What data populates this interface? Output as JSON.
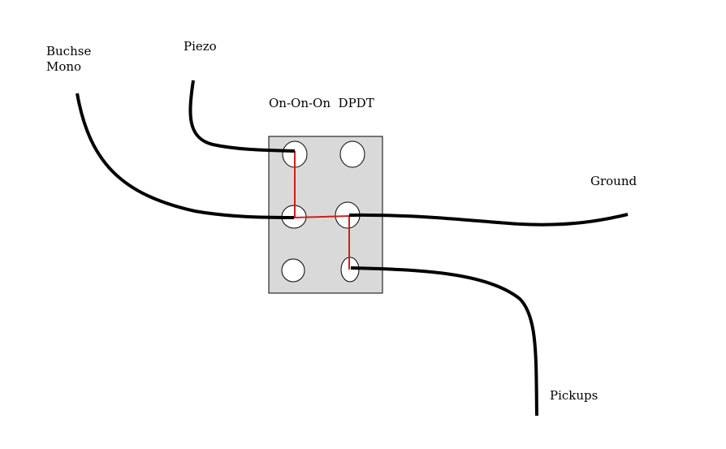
{
  "diagram": {
    "title": "On-On-On  DPDT",
    "switch_type": "On-On-On DPDT",
    "labels": {
      "buchse_line1": "Buchse",
      "buchse_line2": "Mono",
      "piezo": "Piezo",
      "ground": "Ground",
      "pickups": "Pickups"
    },
    "colors": {
      "switch_body": "#d9d9d9",
      "wire": "#000000",
      "jumper": "#cc1f1f",
      "lug": "#ffffff"
    },
    "lugs": [
      {
        "id": "top-left",
        "connected": "Piezo"
      },
      {
        "id": "top-right",
        "connected": ""
      },
      {
        "id": "middle-left",
        "connected": "Buchse Mono"
      },
      {
        "id": "middle-right",
        "connected": "Ground"
      },
      {
        "id": "bottom-left",
        "connected": ""
      },
      {
        "id": "bottom-right",
        "connected": "Pickups"
      }
    ]
  }
}
